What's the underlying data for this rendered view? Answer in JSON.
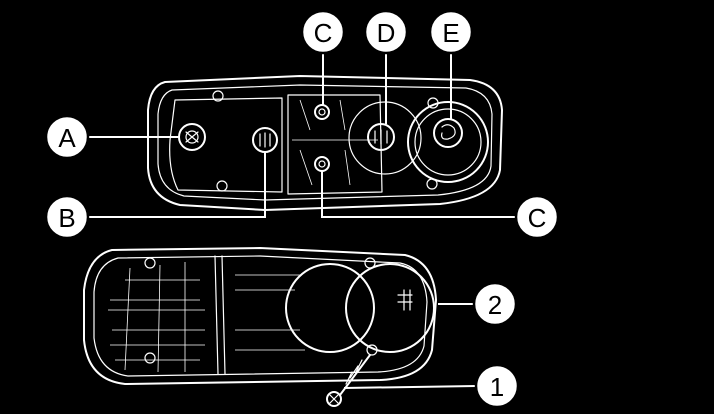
{
  "callouts": {
    "a": "A",
    "b": "B",
    "c_top": "C",
    "c_bottom": "C",
    "d": "D",
    "e": "E",
    "n1": "1",
    "n2": "2"
  },
  "colors": {
    "background": "#000000",
    "line": "#ffffff",
    "callout_fill": "#ffffff",
    "callout_text": "#000000"
  }
}
